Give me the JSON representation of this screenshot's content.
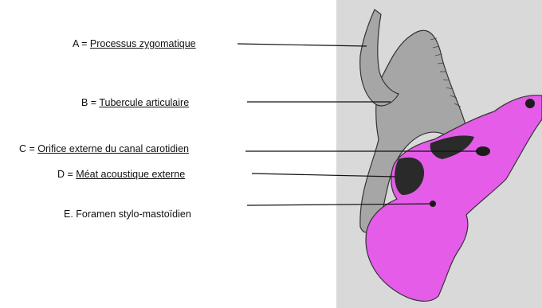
{
  "labels": [
    {
      "prefix": "A = ",
      "term": "Processus zygomatique",
      "underlined": true
    },
    {
      "prefix": "B = ",
      "term": "Tubercule articulaire",
      "underlined": true
    },
    {
      "prefix": "C =  ",
      "term": "Orifice externe du canal carotidien",
      "underlined": true
    },
    {
      "prefix": "D = ",
      "term": "Méat acoustique externe",
      "underlined": true
    },
    {
      "prefix": "E. Foramen stylo-mastoïdien",
      "term": "",
      "underlined": false
    }
  ],
  "colors": {
    "background_panel": "#d9d9d9",
    "bone_gray": "#a6a6a6",
    "petrous_magenta": "#e45ce8",
    "dark_openings": "#2a2a2a"
  }
}
